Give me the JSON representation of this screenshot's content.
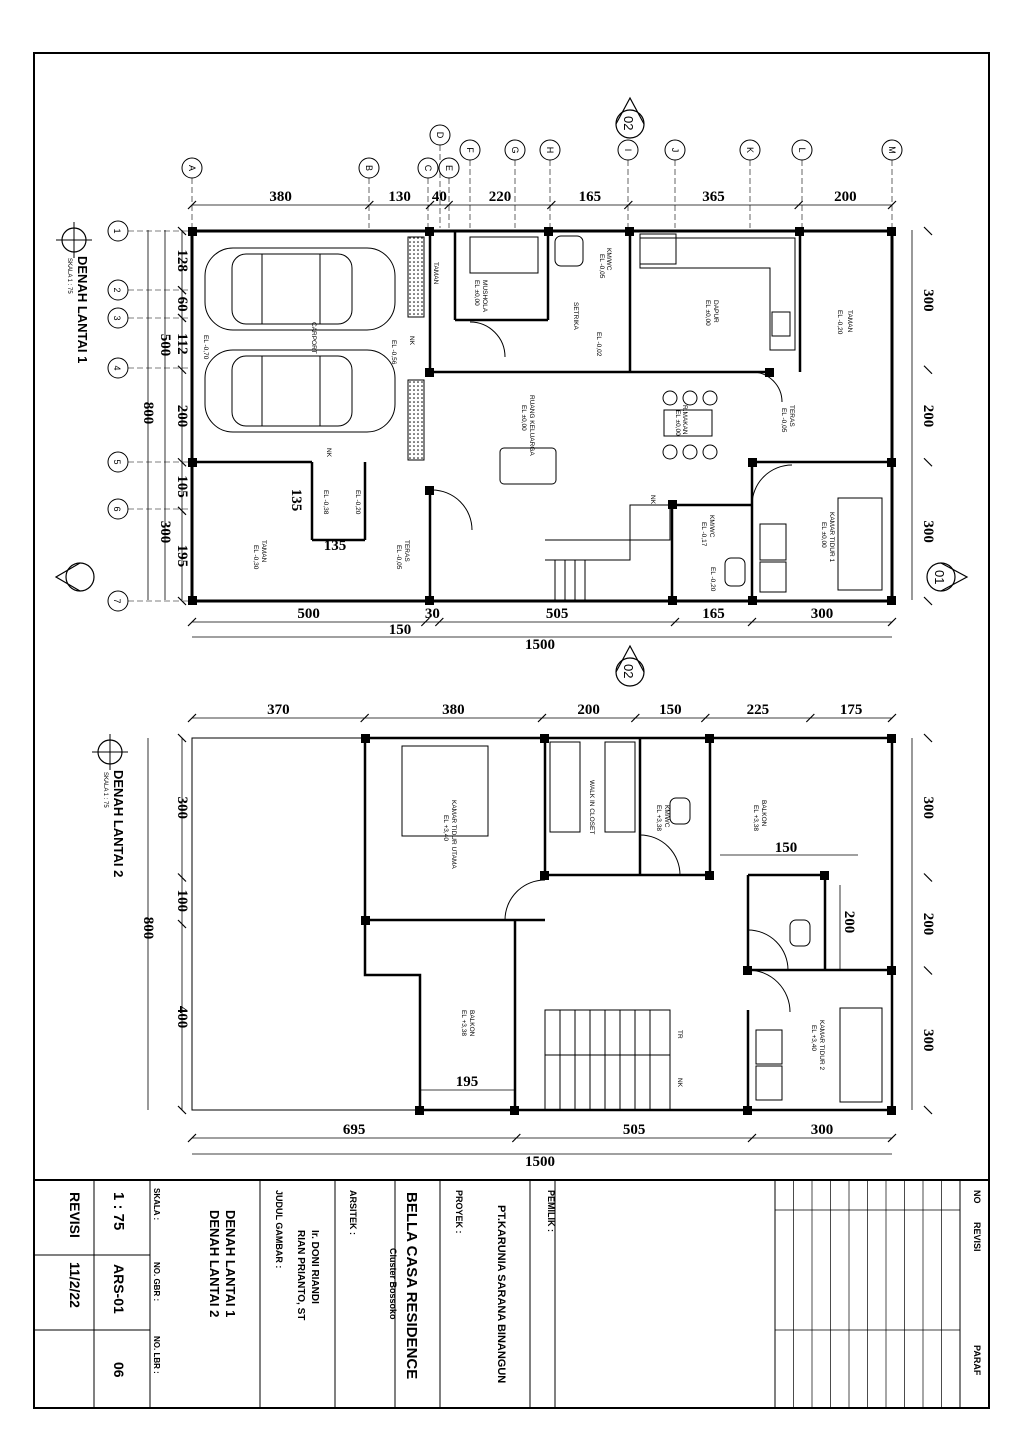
{
  "plan1": {
    "title": "DENAH LANTAI 1",
    "scale": "SKALA 1 : 75",
    "top_dims": [
      "380",
      "130",
      "40",
      "220",
      "165",
      "365",
      "200"
    ],
    "bottom_dims": [
      "500",
      "30",
      "505",
      "165",
      "300"
    ],
    "bottom_sub": "150",
    "total": "1500",
    "left_dims": [
      "128",
      "60",
      "112",
      "200",
      "105",
      "195"
    ],
    "left_group": [
      "500",
      "300"
    ],
    "left_total": "800",
    "right_dims": [
      "300",
      "200",
      "300"
    ],
    "grid_cols": [
      "A",
      "B",
      "C",
      "D",
      "E",
      "F",
      "G",
      "H",
      "I",
      "J",
      "K",
      "L",
      "M"
    ],
    "grid_rows": [
      "1",
      "2",
      "3",
      "4",
      "5",
      "6",
      "7"
    ],
    "section_top": "02",
    "section_right": "01",
    "rooms": {
      "carport": "CARPORT",
      "carport_el": "EL -0,70",
      "taman_top": "TAMAN",
      "taman_top_el": "EL -0,20",
      "mushola": "MUSHOLA",
      "mushola_el": "EL ±0,00",
      "kmwc": "KM/WC",
      "kmwc_el": "EL -0,05",
      "setrika": "SETRIKA",
      "setrika_el": "EL -0,02",
      "dapur": "DAPUR",
      "dapur_el": "EL ±0,00",
      "ruang_keluarga": "RUANG KELUARGA",
      "ruang_keluarga_el": "EL ±0,00",
      "r_makan": "R.MAKAN",
      "r_makan_el": "EL ±0,00",
      "teras_side": "TERAS",
      "teras_side_el": "EL -0,05",
      "kamar1": "KAMAR TIDUR 1",
      "kamar1_el": "EL ±0,00",
      "kmwc2": "KM/WC",
      "kmwc2_el": "EL -0,17",
      "el_020": "EL -0,20",
      "teras_front": "TERAS",
      "teras_front_el": "EL -0,05",
      "taman_bottom": "TAMAN",
      "taman_bottom_el": "EL -0,30",
      "el_038": "EL -0,38",
      "el_056": "EL -0,56",
      "el_020b": "EL -0,20",
      "dim135a": "135",
      "dim135b": "135",
      "nk1": "NK",
      "nk2": "NK",
      "nk3": "NK",
      "taman_strip": "TAMAN"
    }
  },
  "plan2": {
    "title": "DENAH LANTAI 2",
    "scale": "SKALA 1 : 75",
    "top_dims": [
      "370",
      "380",
      "200",
      "150",
      "225",
      "175"
    ],
    "bottom_dims": [
      "695",
      "505",
      "300"
    ],
    "total": "1500",
    "left_dims": [
      "300",
      "100",
      "400"
    ],
    "left_total": "800",
    "right_dims": [
      "300",
      "200",
      "300"
    ],
    "section_top": "02",
    "rooms": {
      "kamar_utama": "KAMAR TIDUR UTAMA",
      "kamar_utama_el": "EL +3,40",
      "walk_in": "WALK IN CLOSET",
      "kmwc": "KM/WC",
      "kmwc_el": "EL +3,38",
      "balkon_top": "BALKON",
      "balkon_top_el": "EL +3,38",
      "balkon_bottom": "BALKON",
      "balkon_bottom_el": "EL +3,38",
      "kamar2": "KAMAR TIDUR 2",
      "kamar2_el": "EL +3,40",
      "dim150": "150",
      "dim200": "200",
      "dim195": "195",
      "tr": "TR",
      "nk": "NK"
    }
  },
  "titleblock": {
    "pemilik_label": "PEMILIK :",
    "pemilik": "PT.KARUNIA SARANA BINANGUN",
    "proyek_label": "PROYEK :",
    "proyek": "BELLA CASA RESIDENCE",
    "proyek_sub": "Cluster Bossoko",
    "arsitek_label": "ARSITEK :",
    "arsitek1": "Ir. DONI RIANDI",
    "arsitek2": "RIAN PRIANTO, ST",
    "judul_label": "JUDUL GAMBAR :",
    "judul1": "DENAH LANTAI 1",
    "judul2": "DENAH LANTAI 2",
    "skala_label": "SKALA :",
    "skala": "1 : 75",
    "nogbr_label": "NO. GBR :",
    "nogbr": "ARS-01",
    "nolbr_label": "NO. LBR :",
    "nolbr": "06",
    "revisi_label": "REVISI",
    "revisi": "11/2/22",
    "no_col": "NO",
    "revisi_col": "REVISI",
    "paraf_col": "PARAF"
  }
}
